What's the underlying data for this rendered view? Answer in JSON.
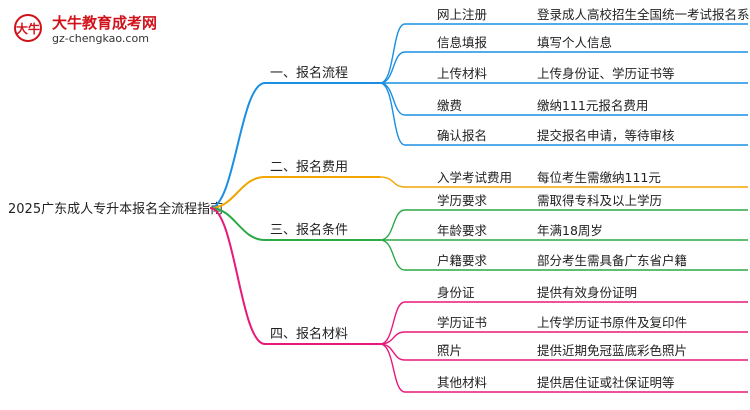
{
  "brand": {
    "name": "大牛教育成考网",
    "url": "gz-chengkao.com",
    "logo_text": "大牛"
  },
  "root": {
    "label": "2025广东成人专升本报名全流程指南"
  },
  "branches": [
    {
      "label": "一、报名流程",
      "color": "#1a8fe3",
      "items": [
        {
          "key": "网上注册",
          "value": "登录成人高校招生全国统一考试报名系统"
        },
        {
          "key": "信息填报",
          "value": "填写个人信息"
        },
        {
          "key": "上传材料",
          "value": "上传身份证、学历证书等"
        },
        {
          "key": "缴费",
          "value": "缴纳111元报名费用"
        },
        {
          "key": "确认报名",
          "value": "提交报名申请，等待审核"
        }
      ]
    },
    {
      "label": "二、报名费用",
      "color": "#f0a500",
      "items": [
        {
          "key": "入学考试费用",
          "value": "每位考生需缴纳111元"
        }
      ]
    },
    {
      "label": "三、报名条件",
      "color": "#2aa946",
      "items": [
        {
          "key": "学历要求",
          "value": "需取得专科及以上学历"
        },
        {
          "key": "年龄要求",
          "value": "年满18周岁"
        },
        {
          "key": "户籍要求",
          "value": "部分考生需具备广东省户籍"
        }
      ]
    },
    {
      "label": "四、报名材料",
      "color": "#e8197a",
      "items": [
        {
          "key": "身份证",
          "value": "提供有效身份证明"
        },
        {
          "key": "学历证书",
          "value": "上传学历证书原件及复印件"
        },
        {
          "key": "照片",
          "value": "提供近期免冠蓝底彩色照片"
        },
        {
          "key": "其他材料",
          "value": "提供居住证或社保证明等"
        }
      ]
    }
  ]
}
